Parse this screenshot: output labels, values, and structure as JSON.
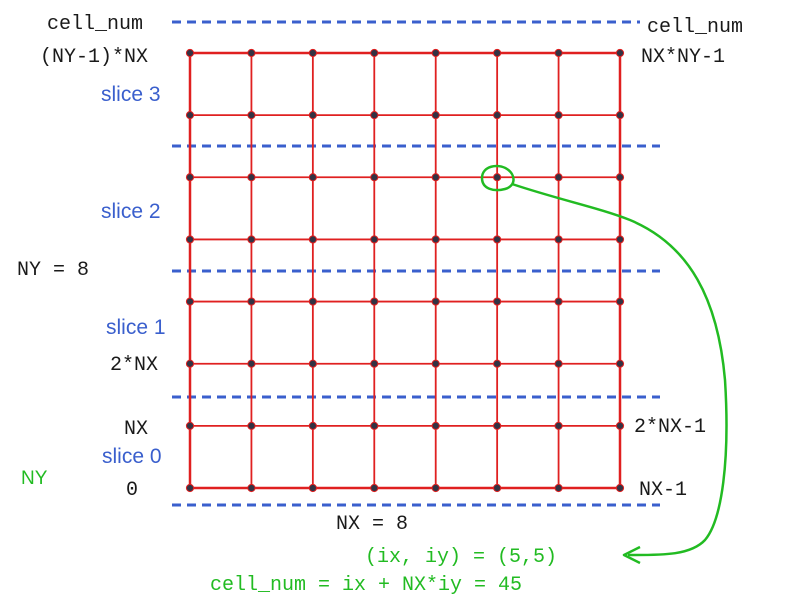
{
  "labels": {
    "cell_num_left": "cell_num",
    "cell_num_right": "cell_num",
    "top_left_index": "(NY-1)*NX",
    "top_right_index": "NX*NY-1",
    "ny_eq": "NY = 8",
    "two_nx": "2*NX",
    "nx_left": "NX",
    "two_nx_minus_one": "2*NX-1",
    "zero": "0",
    "nx_minus_one": "NX-1",
    "nx_eq": "NX = 8",
    "ny_green": "NY",
    "ix_iy": "(ix, iy) = (5,5)",
    "formula": "cell_num = ix + NX*iy = 45"
  },
  "slices": [
    "slice 0",
    "slice 1",
    "slice 2",
    "slice 3"
  ],
  "grid": {
    "nx": 8,
    "ny": 8
  },
  "highlight": {
    "ix": 5,
    "iy": 5,
    "cell_num": 45
  },
  "colors": {
    "grid": "#e02020",
    "node": "#333344",
    "divider": "#3a5fcd",
    "highlight": "#22bb22"
  }
}
